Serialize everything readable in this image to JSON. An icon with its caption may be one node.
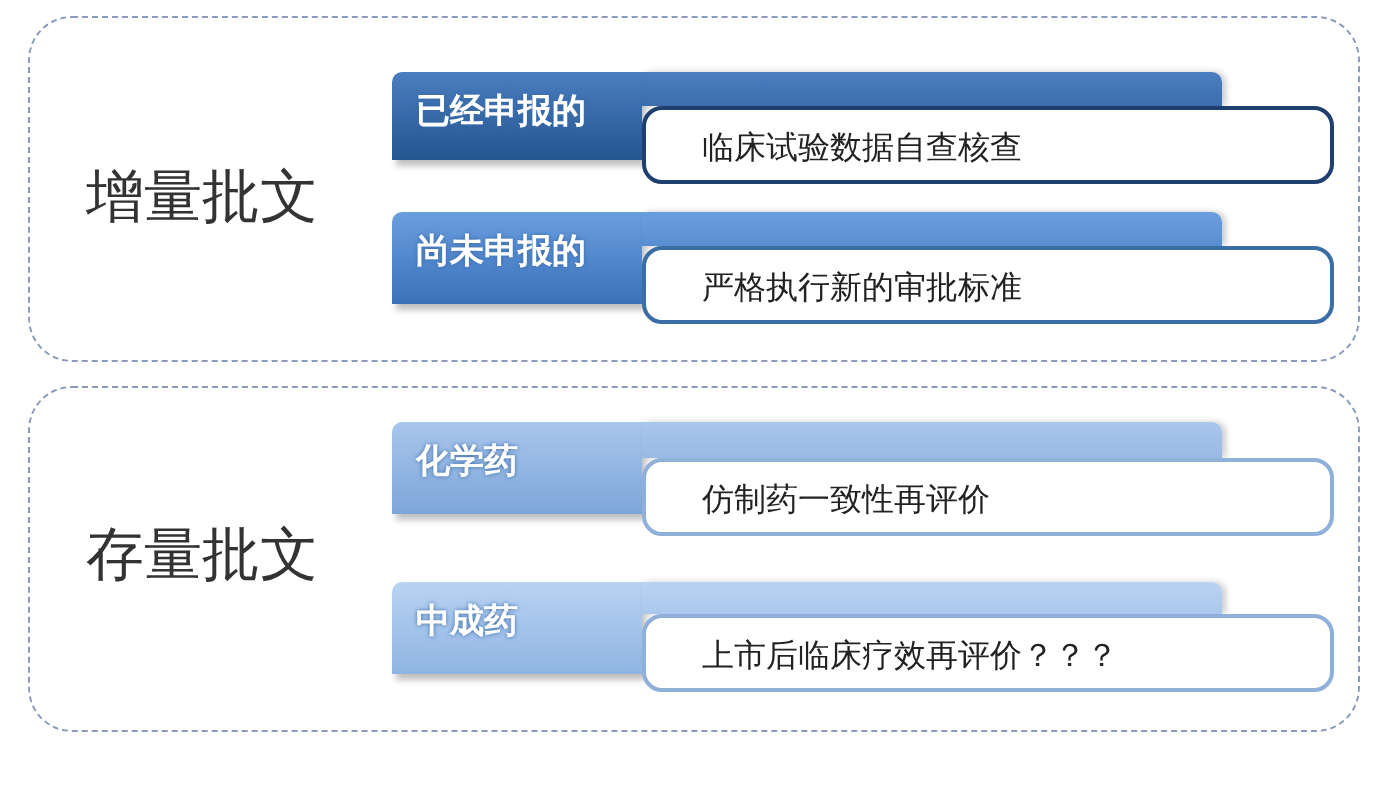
{
  "diagram": {
    "nodes": [
      {
        "text": [
          "增量批文"
        ]
      },
      {
        "text": [
          "已经申报的"
        ],
        "in": 0
      },
      {
        "text": [
          "临床试验数据自查核查"
        ],
        "in": 0
      },
      {
        "text": [
          "尚未申报的"
        ],
        "in": 0
      },
      {
        "text": [
          "严格执行新的审批标准"
        ],
        "in": 0
      },
      {
        "text": [
          "存量批文"
        ]
      },
      {
        "text": [
          "化学药"
        ],
        "in": 5
      },
      {
        "text": [
          "仿制药一致性再评价"
        ],
        "in": 5
      },
      {
        "text": [
          "中成药"
        ],
        "in": 5
      },
      {
        "text": [
          "上市后临床疗效再评价？？？"
        ],
        "in": 5
      }
    ]
  }
}
